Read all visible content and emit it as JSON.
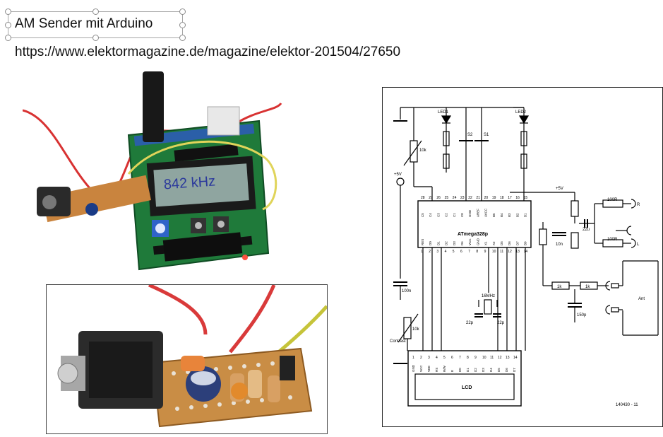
{
  "slide": {
    "title": "AM Sender mit Arduino",
    "url": "https://www.elektormagazine.de/magazine/elektor-201504/27650"
  },
  "lcd_photo": {
    "display_text": "842 kHz"
  },
  "schematic": {
    "mcu": "ATmega328p",
    "led1": "LED1",
    "led2": "LED2",
    "s1": "S1",
    "s2": "S2",
    "supply": "+5V",
    "supply2": "+5V",
    "res_100r_1": "100R",
    "res_100r_2": "100R",
    "out_r": "R",
    "out_l": "L",
    "res_1k_a": "1k",
    "res_1k_b": "1k",
    "ant": "Ant",
    "crystal": "16MHz",
    "cap_22p_1": "22p",
    "cap_22p_2": "22p",
    "cap_100n": "100n",
    "cap_150p": "150p",
    "cap_22u": "22u",
    "cap_10n": "10n",
    "pot_10k_top": "10k",
    "pot_10k_bottom": "10k",
    "contrast": "Contrast",
    "lcd": "LCD",
    "code": "140430 - 11",
    "top_pins": [
      "28",
      "27",
      "26",
      "25",
      "24",
      "23",
      "22",
      "21",
      "20",
      "19",
      "18",
      "17",
      "16",
      "15"
    ],
    "bottom_pins": [
      "1",
      "2",
      "3",
      "4",
      "5",
      "6",
      "7",
      "8",
      "9",
      "10",
      "11",
      "12",
      "13",
      "14"
    ],
    "top_signals": [
      "C5",
      "C4",
      "C3",
      "C2",
      "C1",
      "C0",
      "GND",
      "AREF",
      "AVCC",
      "B5",
      "B4",
      "B3",
      "B2",
      "B1"
    ],
    "bottom_signals": [
      "RES",
      "D0",
      "D1",
      "D2",
      "D3",
      "D4",
      "VCC",
      "GND",
      "X1",
      "X2",
      "D5",
      "D6",
      "D7",
      "B0"
    ],
    "lcd_pins": [
      "1",
      "2",
      "3",
      "4",
      "5",
      "6",
      "7",
      "8",
      "9",
      "10",
      "11",
      "12",
      "13",
      "14"
    ],
    "lcd_signals": [
      "GND",
      "VCC",
      "VEE",
      "RS",
      "R/W",
      "E",
      "D0",
      "D1",
      "D2",
      "D3",
      "D4",
      "D5",
      "D6",
      "D7"
    ]
  }
}
